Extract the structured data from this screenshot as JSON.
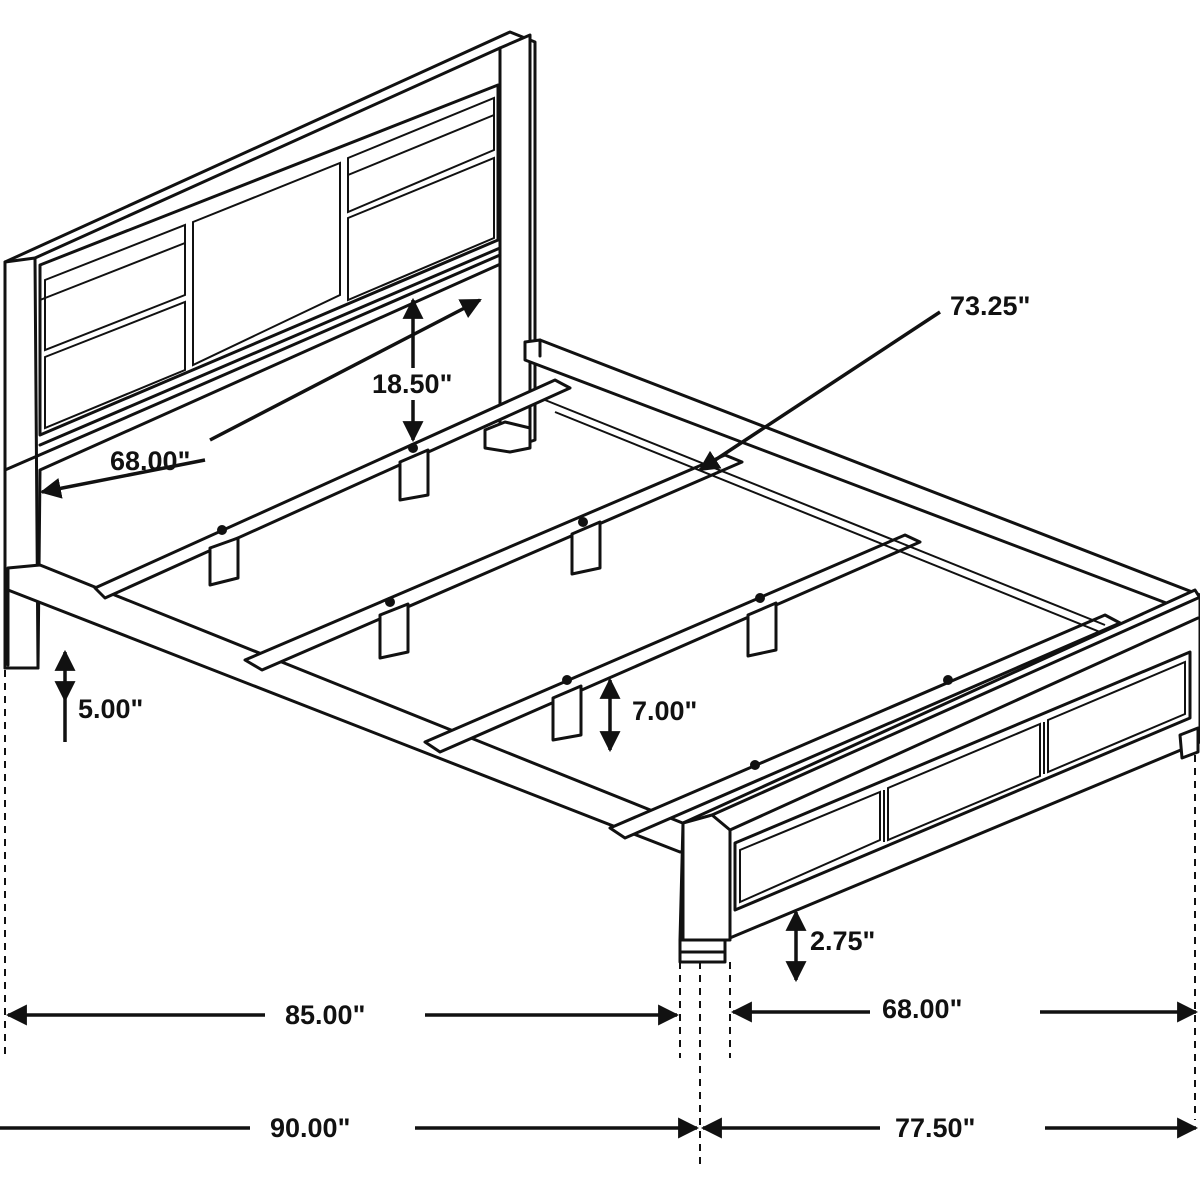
{
  "dimensions": {
    "headboard_width": "68.00\"",
    "headboard_panel_height": "18.50\"",
    "diagonal": "73.25\"",
    "rail_clearance": "5.00\"",
    "slat_support_height": "7.00\"",
    "footboard_clearance": "2.75\"",
    "rail_length": "85.00\"",
    "inner_width": "68.00\"",
    "overall_length": "90.00\"",
    "overall_width": "77.50\""
  }
}
